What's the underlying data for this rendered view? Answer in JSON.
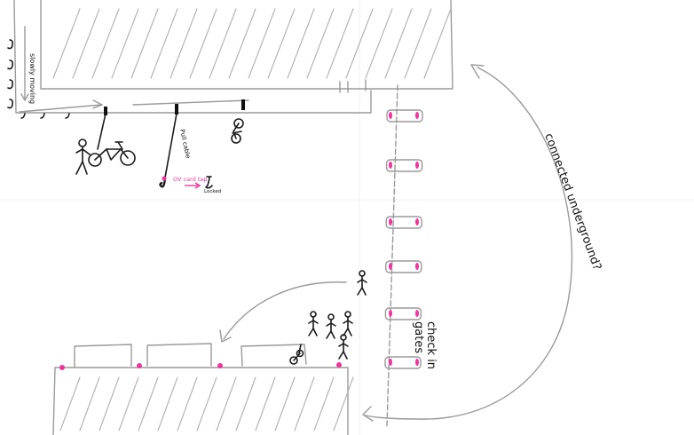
{
  "labels": {
    "slowly_moving": "slowly moving",
    "pull_cable": "Pull cable",
    "ov_card_tap": "OV card tap",
    "locked": "Locked",
    "connected_underground": "connected underground?",
    "check_in_line1": "check in",
    "check_in_line2": "gates"
  },
  "colors": {
    "ink": "#1a1a1a",
    "pencil": "#9a9a9a",
    "hatch": "#b0b0b0",
    "accent": "#f0359f"
  },
  "icons": [
    "bicycle-icon",
    "person-icon",
    "hook-icon",
    "lock-icon",
    "arrow-icon",
    "gate-icon"
  ]
}
